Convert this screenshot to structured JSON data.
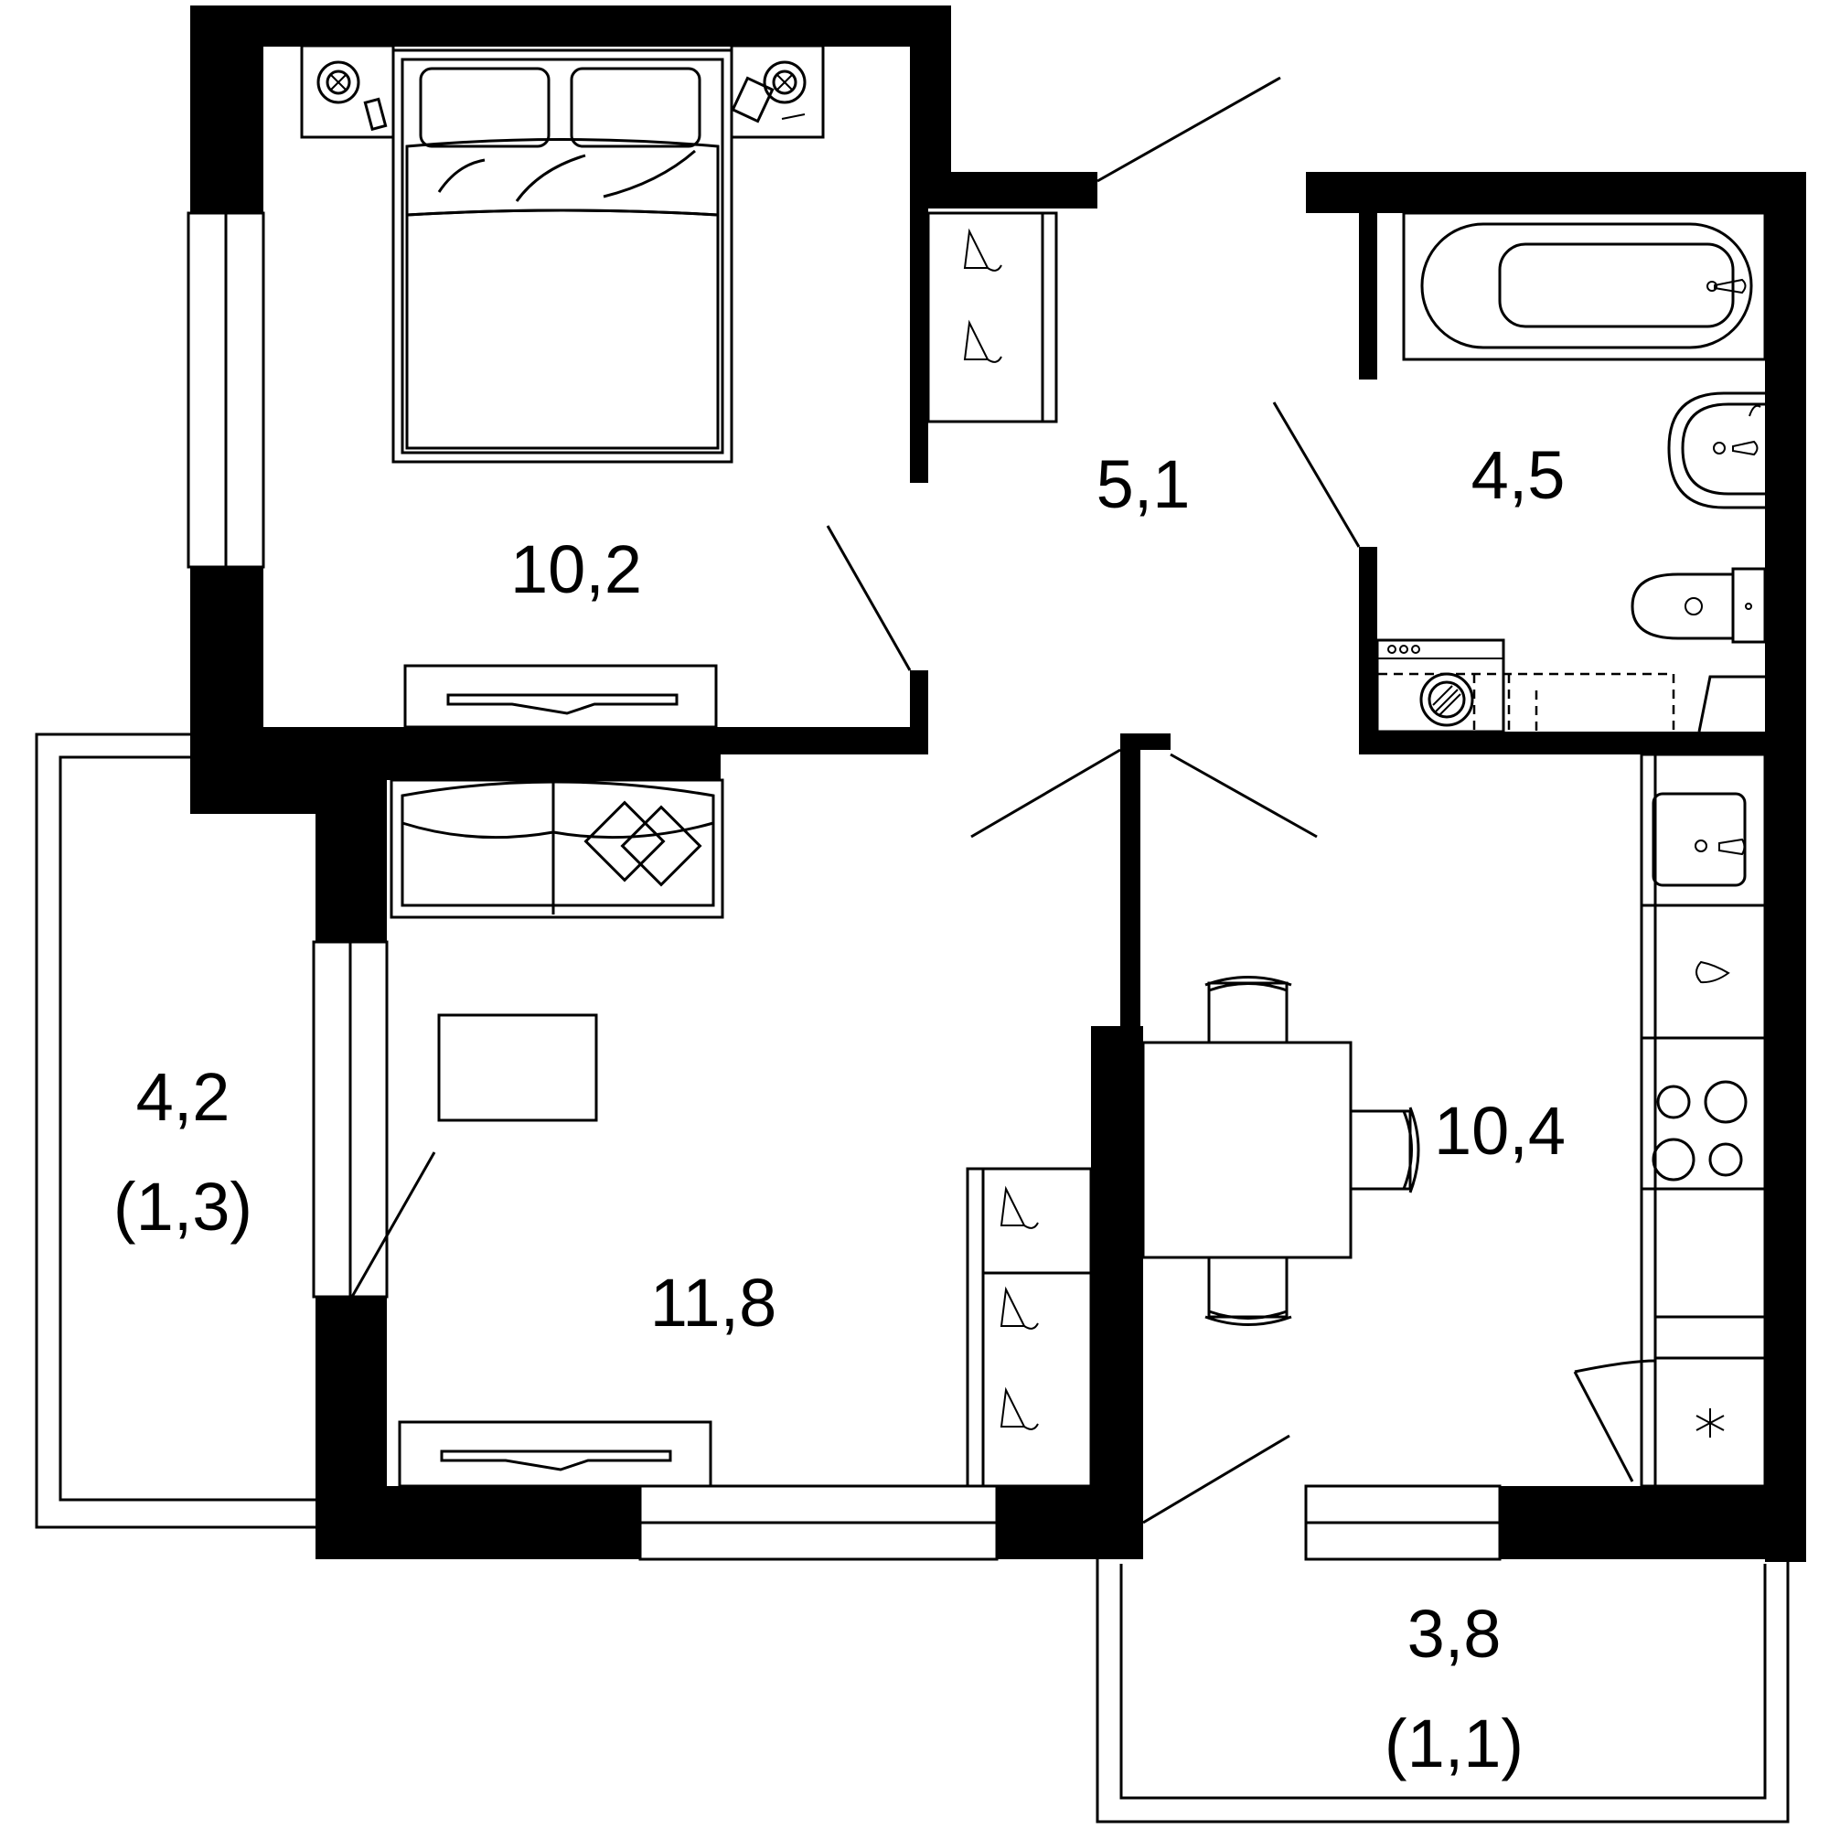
{
  "plan": {
    "rooms": [
      {
        "id": "bedroom",
        "area": "10,2"
      },
      {
        "id": "hall",
        "area": "5,1"
      },
      {
        "id": "bathroom",
        "area": "4,5"
      },
      {
        "id": "living",
        "area": "11,8"
      },
      {
        "id": "kitchen",
        "area": "10,4"
      }
    ],
    "balconies": [
      {
        "id": "balcony-west",
        "area": "4,2",
        "reduced": "(1,3)"
      },
      {
        "id": "balcony-south",
        "area": "3,8",
        "reduced": "(1,1)"
      }
    ]
  }
}
